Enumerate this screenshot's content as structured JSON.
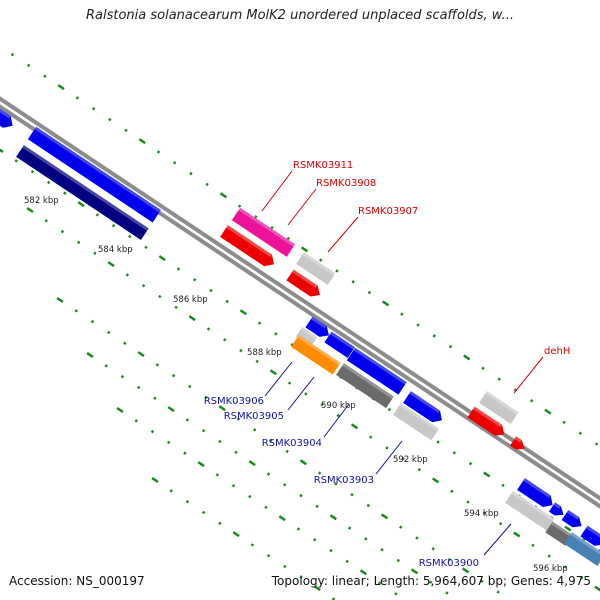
{
  "title": "Ralstonia solanacearum MolK2 unordered unplaced scaffolds, w...",
  "footer": {
    "accession_label": "Accession:",
    "accession": "NS_000197",
    "topology_label": "Topology:",
    "topology": "linear",
    "length_label": "Length:",
    "length": "5,964,607 bp",
    "genes_label": "Genes:",
    "genes": "4,975"
  },
  "colors": {
    "tick": "#1a8a1a",
    "backbone": "#8c8c8c",
    "label_top": "#dd0000",
    "label_bottom": "#1111aa",
    "blue": "#0000ee",
    "navy": "#000080",
    "magenta": "#ee1199",
    "red": "#ee0000",
    "lightgray": "#c8c8c8",
    "darkgray": "#6b6b6b",
    "orange": "#ff8c00",
    "steelblue": "#4682b4"
  },
  "scale_labels": [
    "582 kbp",
    "584 kbp",
    "586 kbp",
    "588 kbp",
    "590 kbp",
    "592 kbp",
    "594 kbp",
    "596 kbp"
  ],
  "labels_top": [
    "RSMK03911",
    "RSMK03908",
    "RSMK03907",
    "dehH"
  ],
  "labels_bottom": [
    "RSMK03906",
    "RSMK03905",
    "RSMK03904",
    "RSMK03903",
    "RSMK03900"
  ]
}
